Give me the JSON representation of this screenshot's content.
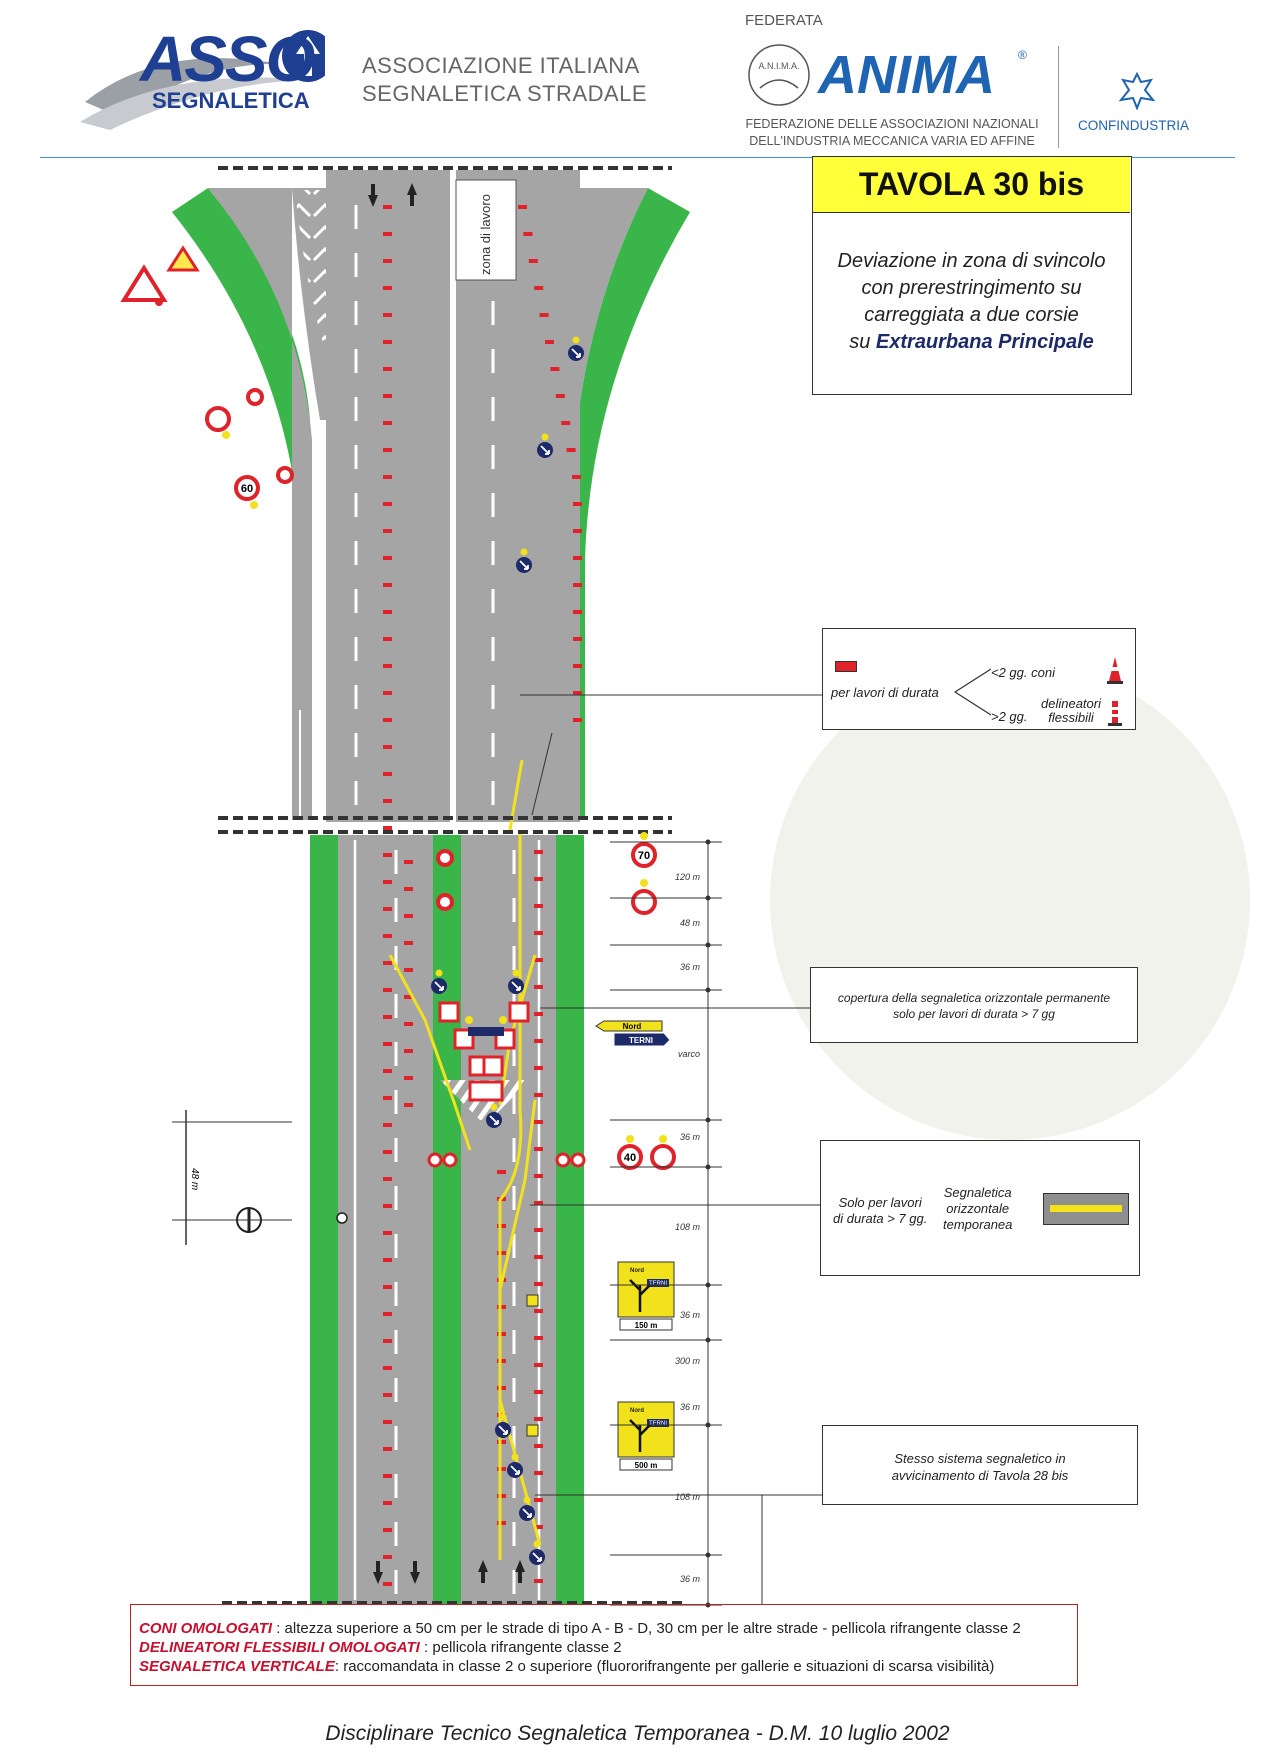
{
  "header": {
    "asso_logo": "ASSO",
    "asso_sub": "SEGNALETICA",
    "association_line1": "ASSOCIAZIONE ITALIANA",
    "association_line2": "SEGNALETICA STRADALE",
    "federata": "FEDERATA",
    "anima_circle": "A.N.I.M.A.",
    "anima_logo": "ANIMA",
    "anima_reg": "®",
    "anima_line1": "FEDERAZIONE DELLE ASSOCIAZIONI NAZIONALI",
    "anima_line2": "DELL'INDUSTRIA MECCANICA VARIA ED AFFINE",
    "confindustria": "CONFINDUSTRIA"
  },
  "tavola": {
    "title": "TAVOLA  30 bis",
    "desc_line1": "Deviazione in zona di svincolo",
    "desc_line2": "con prerestringimento su",
    "desc_line3": "carreggiata a due corsie",
    "desc_line4_prefix": "su ",
    "desc_line4_bold": "Extraurbana Principale"
  },
  "diagram": {
    "zona_label": "zona di lavoro",
    "legend_durata": "per lavori di durata",
    "legend_lt2": "<2 gg. coni",
    "legend_gt2": ">2 gg.",
    "legend_delineatori1": "delineatori",
    "legend_delineatori2": "flessibili",
    "note_copertura1": "copertura della segnaletica orizzontale permanente",
    "note_copertura2": "solo per lavori di durata > 7 gg",
    "note_solo1": "Solo per lavori",
    "note_solo2": "di durata > 7 gg.",
    "note_segn1": "Segnaletica",
    "note_segn2": "orizzontale",
    "note_segn3": "temporanea",
    "note_stesso1": "Stesso sistema segnaletico in",
    "note_stesso2": "avvicinamento di Tavola 28 bis",
    "distances": [
      "120 m",
      "48 m",
      "36 m",
      "varco",
      "36 m",
      "108 m",
      "36 m",
      "300 m",
      "36 m",
      "108 m",
      "36 m"
    ],
    "left_distance": "48 m",
    "sign_70": "70",
    "sign_40": "40",
    "sign_60": "60",
    "sign_nord": "Nord",
    "sign_terni": "TERNI",
    "sign_150": "150 m",
    "sign_500": "500 m"
  },
  "footer_box": {
    "coni_key": "CONI OMOLOGATI",
    "coni_text": " : altezza superiore a 50 cm per le strade di tipo A - B - D, 30 cm per le altre strade - pellicola rifrangente classe 2",
    "deli_key": "DELINEATORI FLESSIBILI OMOLOGATI",
    "deli_text": " :  pellicola rifrangente classe 2",
    "segn_key": "SEGNALETICA VERTICALE",
    "segn_text": ": raccomandata in classe 2 o superiore (fluororifrangente per gallerie e situazioni di scarsa visibilità)"
  },
  "footer": "Disciplinare Tecnico Segnaletica Temporanea - D.M.  10 luglio 2002",
  "colors": {
    "grass": "#39b54a",
    "asphalt": "#a5a5a5",
    "cone_red": "#e0232a",
    "temp_yellow": "#f2e21c",
    "anima_blue": "#1f63b3"
  }
}
